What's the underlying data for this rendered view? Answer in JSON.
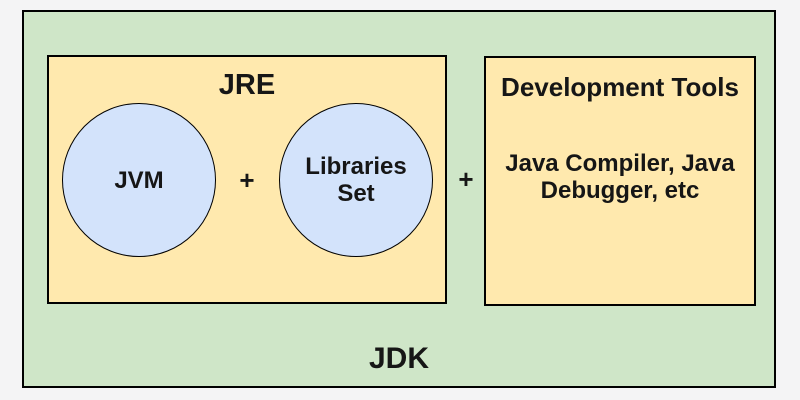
{
  "colors": {
    "background": "#f4f4f5",
    "jdk_fill": "#cfe6c8",
    "box_fill": "#ffe9ae",
    "circle_fill": "#d3e3fb",
    "border": "#000000",
    "text": "#161616"
  },
  "jdk": {
    "label": "JDK"
  },
  "jre": {
    "title": "JRE",
    "jvm": {
      "label": "JVM"
    },
    "plus": "+",
    "libraries": {
      "line1": "Libraries",
      "line2": "Set"
    }
  },
  "plus_between": "+",
  "dev_tools": {
    "title": "Development Tools",
    "line1": "Java Compiler, Java",
    "line2": "Debugger, etc"
  }
}
